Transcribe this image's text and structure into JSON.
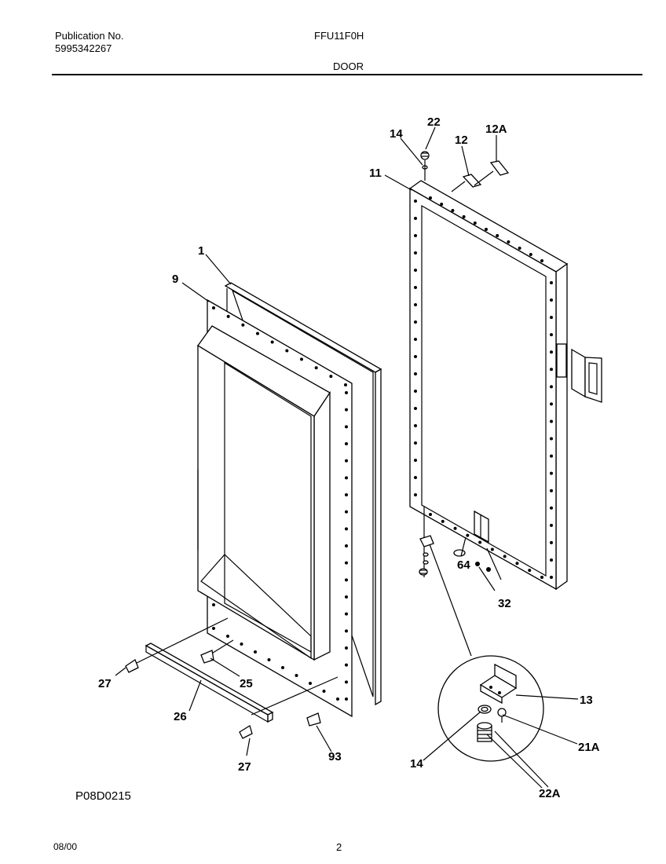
{
  "header": {
    "publication_label": "Publication No.",
    "publication_number": "5995342267",
    "model": "FFU11F0H",
    "section": "DOOR"
  },
  "figure_id": "P08D0215",
  "footer": {
    "date": "08/00",
    "page": "2"
  },
  "callouts": {
    "c1": "1",
    "c9": "9",
    "c11": "11",
    "c12": "12",
    "c12a": "12A",
    "c13": "13",
    "c14_top": "14",
    "c14_detail": "14",
    "c21a": "21A",
    "c22_top": "22",
    "c22a": "22A",
    "c25": "25",
    "c26": "26",
    "c27_top": "27",
    "c27_bottom": "27",
    "c32": "32",
    "c64": "64",
    "c93": "93"
  }
}
